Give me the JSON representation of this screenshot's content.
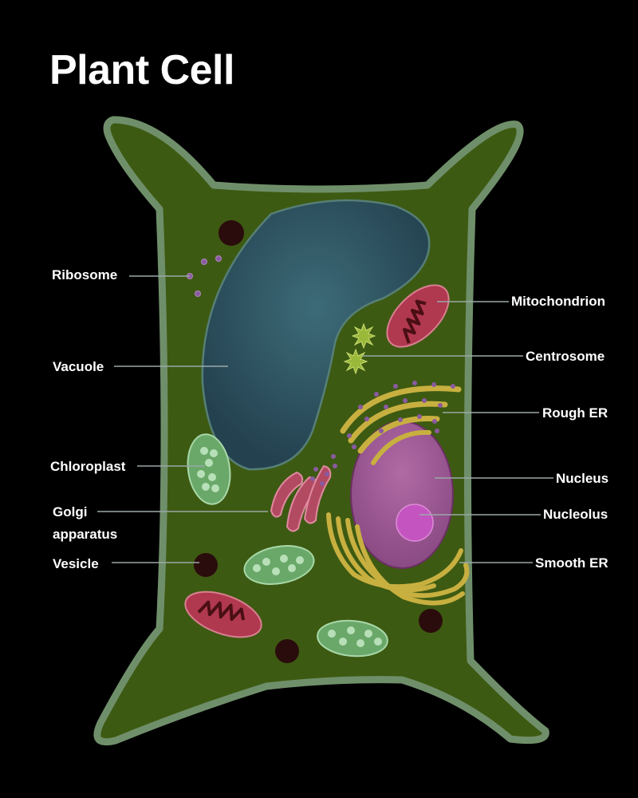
{
  "title": "Plant Cell",
  "colors": {
    "background": "#000000",
    "cytoplasm": "#3d5a12",
    "cell_wall": "#6f8f6a",
    "vacuole": "#2f5563",
    "nucleus": "#a05896",
    "nucleolus": "#c455c0",
    "chloroplast": "#6aa86a",
    "mitochondrion": "#b0384f",
    "endoplasmic_reticulum": "#c8b040",
    "golgi": "#b24a62",
    "vesicle": "#2a0c0c"
  },
  "labels": {
    "ribosome": "Ribosome",
    "vacuole": "Vacuole",
    "chloroplast": "Chloroplast",
    "golgi_line1": "Golgi",
    "golgi_line2": "apparatus",
    "vesicle": "Vesicle",
    "mitochondrion": "Mitochondrion",
    "centrosome": "Centrosome",
    "rough_er": "Rough ER",
    "nucleus": "Nucleus",
    "nucleolus": "Nucleolus",
    "smooth_er": "Smooth ER"
  }
}
